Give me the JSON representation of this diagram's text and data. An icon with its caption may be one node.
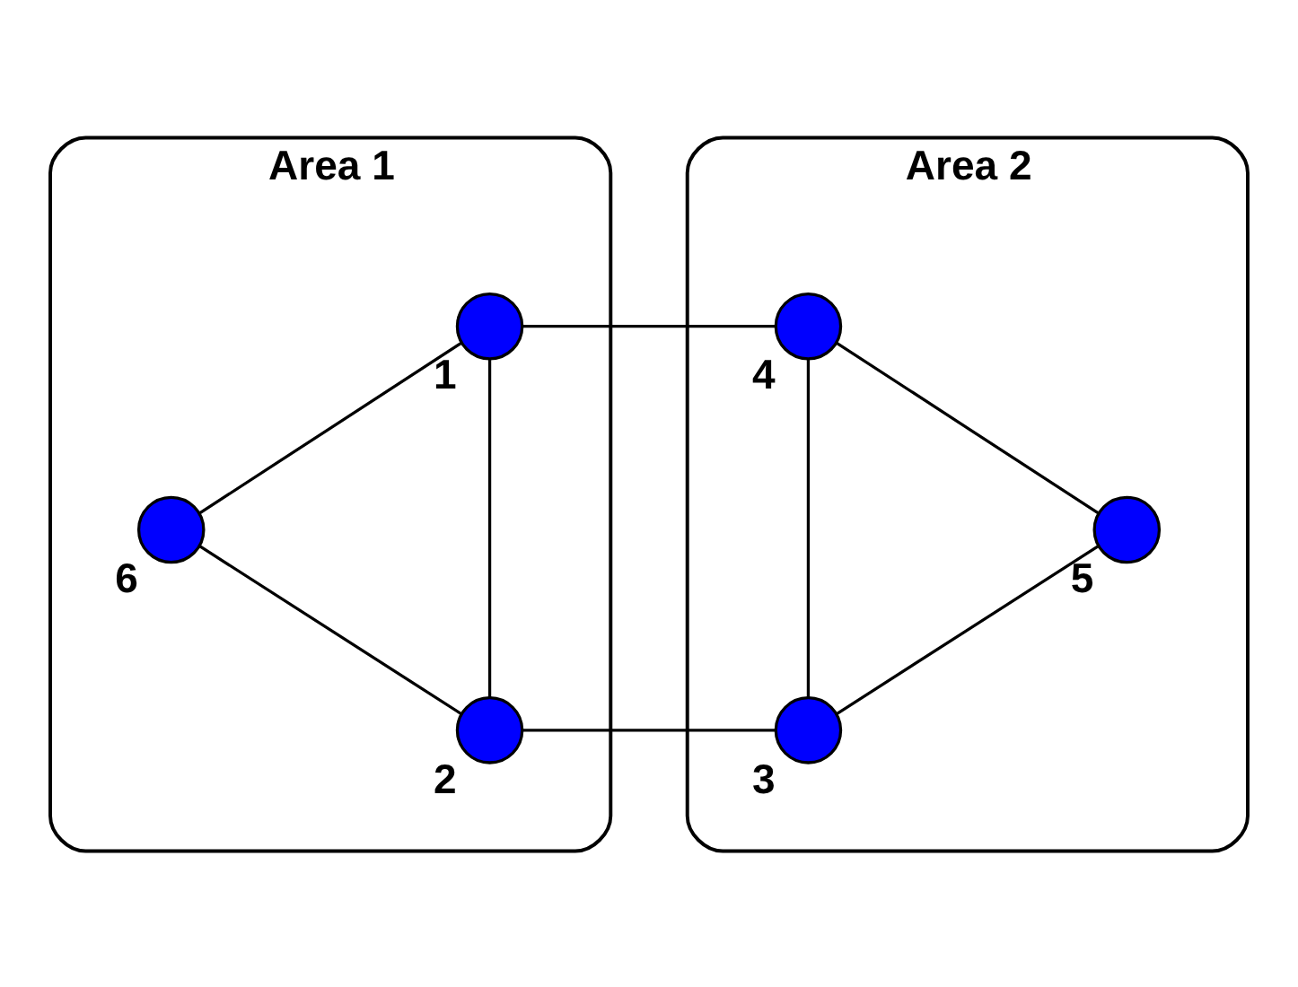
{
  "diagram": {
    "nodes": [
      {
        "text": [
          "Area 1"
        ]
      },
      {
        "text": [],
        "shape": "circle",
        "beside": [
          "2"
        ],
        "in": 0
      },
      {
        "text": [],
        "shape": "circle",
        "beside": [
          "6"
        ],
        "in": 0
      },
      {
        "text": [],
        "shape": "circle",
        "beside": [
          "1"
        ],
        "in": 0
      },
      {
        "text": [
          "Area 2"
        ]
      },
      {
        "text": [],
        "shape": "circle",
        "beside": [
          "3"
        ],
        "in": 4
      },
      {
        "text": [],
        "shape": "circle",
        "beside": [
          "5"
        ],
        "in": 4
      },
      {
        "text": [],
        "shape": "circle",
        "beside": [
          "4"
        ],
        "in": 4
      }
    ],
    "edges": [
      {
        "from": 2,
        "to": 1,
        "arrow": "none"
      },
      {
        "from": 2,
        "to": 3,
        "arrow": "none"
      },
      {
        "from": 1,
        "to": 3,
        "arrow": "none"
      },
      {
        "from": 1,
        "to": 5,
        "arrow": "none"
      },
      {
        "from": 3,
        "to": 7,
        "arrow": "none"
      },
      {
        "from": 5,
        "to": 7,
        "arrow": "none"
      },
      {
        "from": 5,
        "to": 6,
        "arrow": "none"
      },
      {
        "from": 7,
        "to": 6,
        "arrow": "none"
      }
    ]
  }
}
